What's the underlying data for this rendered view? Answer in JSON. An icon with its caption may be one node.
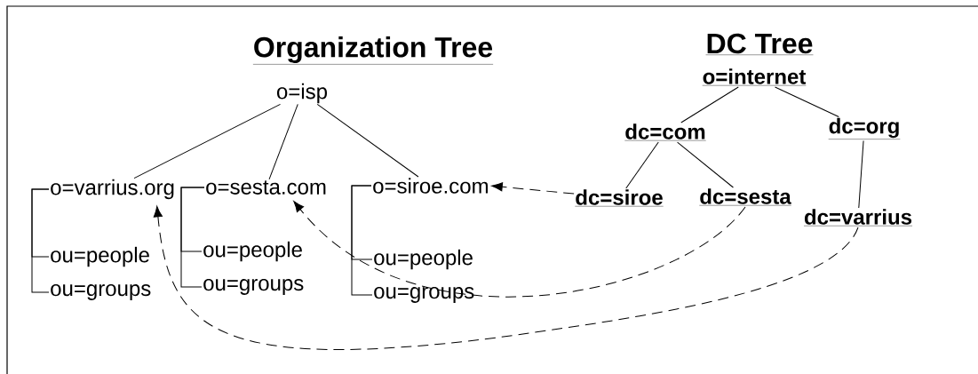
{
  "diagram": {
    "nodes": [
      {
        "text": [
          "o=isp"
        ]
      },
      {
        "text": [
          "o=varrius.org"
        ]
      },
      {
        "text": [
          "o=sesta.com"
        ]
      },
      {
        "text": [
          "o=siroe.com"
        ]
      },
      {
        "text": [
          "ou=people"
        ]
      },
      {
        "text": [
          "ou=groups"
        ]
      },
      {
        "text": [
          "ou=people"
        ]
      },
      {
        "text": [
          "ou=groups"
        ]
      },
      {
        "text": [
          "ou=people"
        ]
      },
      {
        "text": [
          "ou=groups"
        ]
      },
      {
        "text": [
          "o=internet"
        ]
      },
      {
        "text": [
          "dc=com"
        ]
      },
      {
        "text": [
          "dc=org"
        ]
      },
      {
        "text": [
          "dc=siroe"
        ]
      },
      {
        "text": [
          "dc=sesta"
        ]
      },
      {
        "text": [
          "dc=varrius"
        ]
      }
    ],
    "edges": [
      {
        "from": 0,
        "to": 1,
        "arrow": "none"
      },
      {
        "from": 0,
        "to": 2,
        "arrow": "none"
      },
      {
        "from": 0,
        "to": 3,
        "arrow": "none"
      },
      {
        "from": 1,
        "to": 4,
        "arrow": "none"
      },
      {
        "from": 1,
        "to": 5,
        "arrow": "none"
      },
      {
        "from": 2,
        "to": 6,
        "arrow": "none"
      },
      {
        "from": 2,
        "to": 7,
        "arrow": "none"
      },
      {
        "from": 3,
        "to": 8,
        "arrow": "none"
      },
      {
        "from": 3,
        "to": 9,
        "arrow": "none"
      },
      {
        "from": 10,
        "to": 11,
        "arrow": "none"
      },
      {
        "from": 10,
        "to": 12,
        "arrow": "none"
      },
      {
        "from": 11,
        "to": 13,
        "arrow": "none"
      },
      {
        "from": 11,
        "to": 14,
        "arrow": "none"
      },
      {
        "from": 12,
        "to": 15,
        "arrow": "none"
      },
      {
        "from": 13,
        "to": 3,
        "arrow": "to",
        "style": "dashed"
      },
      {
        "from": 14,
        "to": 2,
        "arrow": "to",
        "style": "dashed"
      },
      {
        "from": 15,
        "to": 1,
        "arrow": "to",
        "style": "dashed"
      }
    ],
    "labels": [
      "Organization Tree",
      "DC Tree"
    ]
  }
}
